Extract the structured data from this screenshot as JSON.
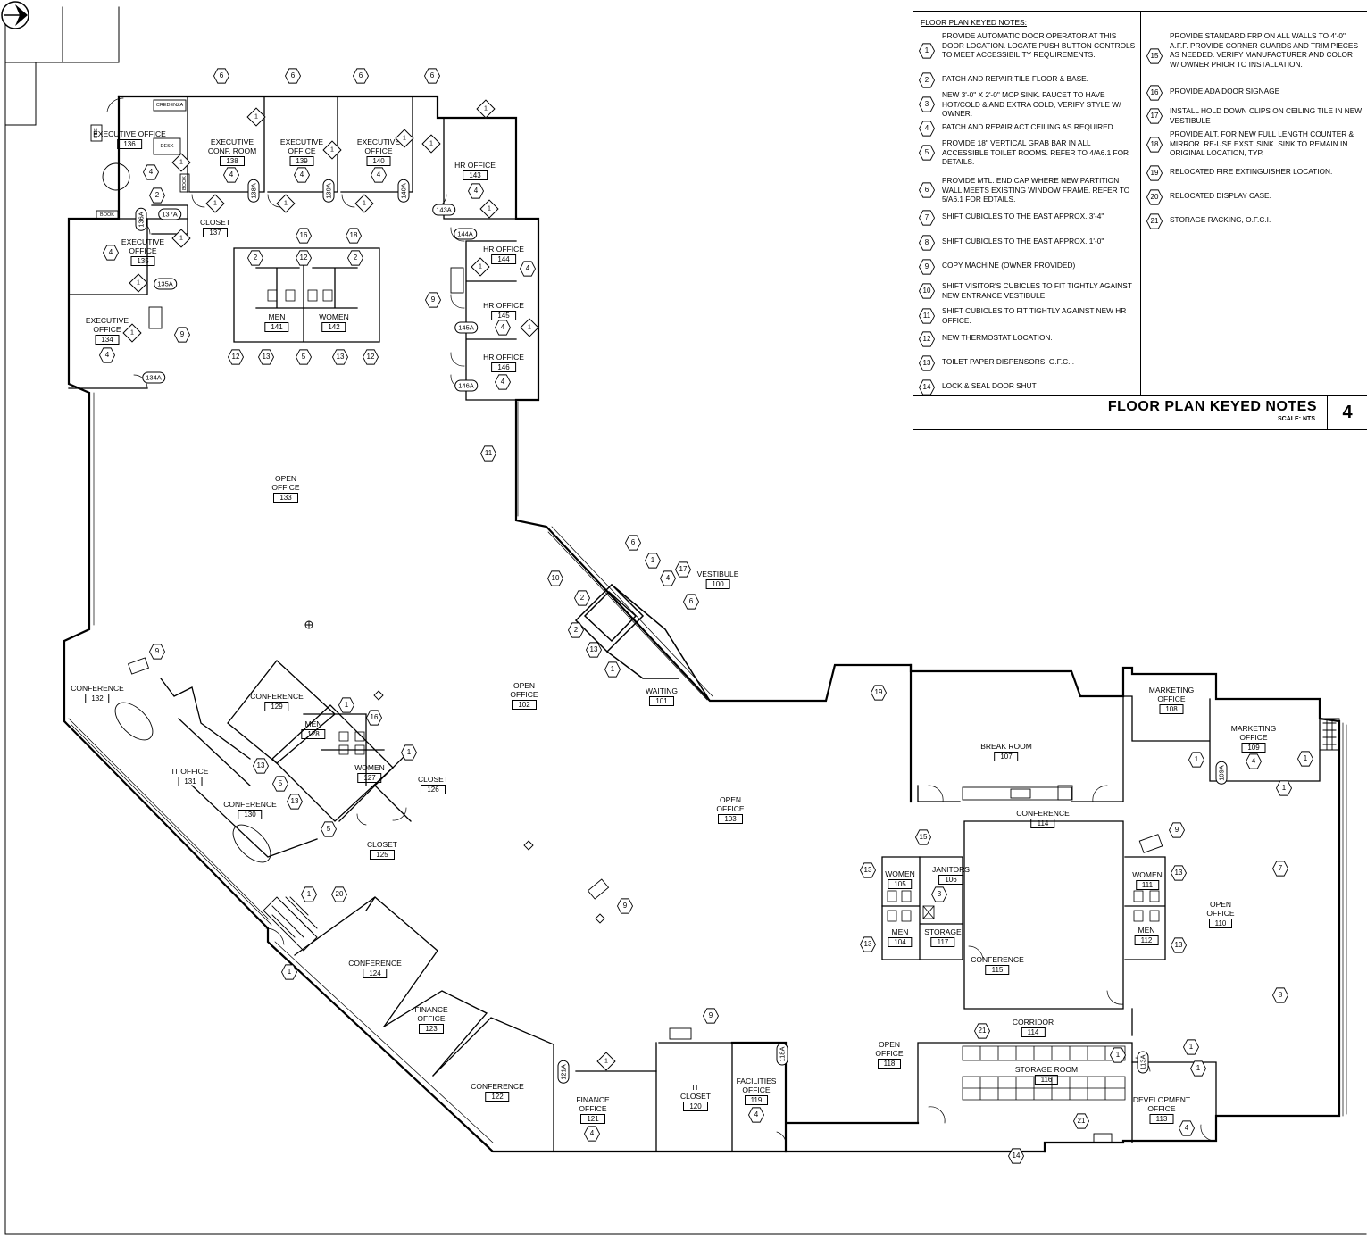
{
  "notes_panel": {
    "header": "FLOOR PLAN KEYED NOTES:",
    "title": "FLOOR PLAN KEYED NOTES",
    "scale": "SCALE: NTS",
    "sheet_number": "4",
    "left": [
      {
        "n": "1",
        "text": "PROVIDE AUTOMATIC DOOR OPERATOR AT THIS DOOR LOCATION. LOCATE PUSH BUTTON CONTROLS TO MEET ACCESSIBILITY REQUIREMENTS."
      },
      {
        "n": "2",
        "text": "PATCH AND REPAIR TILE FLOOR & BASE."
      },
      {
        "n": "3",
        "text": "NEW 3'-0\" X 2'-0\" MOP SINK. FAUCET TO HAVE HOT/COLD & AND EXTRA COLD, VERIFY STYLE W/ OWNER."
      },
      {
        "n": "4",
        "text": "PATCH AND REPAIR ACT CEILING AS REQUIRED."
      },
      {
        "n": "5",
        "text": "PROVIDE 18\" VERTICAL GRAB BAR IN ALL ACCESSIBLE TOILET ROOMS. REFER TO 4/A6.1 FOR DETAILS."
      },
      {
        "n": "6",
        "text": "PROVIDE MTL. END CAP WHERE NEW PARTITION WALL MEETS EXISTING WINDOW FRAME. REFER TO 5/A6.1 FOR EDTAILS."
      },
      {
        "n": "7",
        "text": "SHIFT CUBICLES TO THE EAST APPROX. 3'-4\""
      },
      {
        "n": "8",
        "text": "SHIFT CUBICLES TO THE EAST APPROX. 1'-0\""
      },
      {
        "n": "9",
        "text": "COPY MACHINE (OWNER PROVIDED)"
      },
      {
        "n": "10",
        "text": "SHIFT VISITOR'S CUBICLES TO FIT TIGHTLY AGAINST NEW ENTRANCE VESTIBULE."
      },
      {
        "n": "11",
        "text": "SHIFT CUBICLES TO FIT TIGHTLY AGAINST NEW HR OFFICE."
      },
      {
        "n": "12",
        "text": "NEW THERMOSTAT LOCATION."
      },
      {
        "n": "13",
        "text": "TOILET PAPER DISPENSORS, O.F.C.I."
      },
      {
        "n": "14",
        "text": "LOCK & SEAL DOOR SHUT"
      }
    ],
    "right": [
      {
        "n": "15",
        "text": "PROVIDE STANDARD FRP ON ALL WALLS TO 4'-0\" A.F.F. PROVIDE CORNER GUARDS AND TRIM PIECES AS NEEDED. VERIFY MANUFACTURER AND COLOR W/ OWNER PRIOR TO INSTALLATION."
      },
      {
        "n": "16",
        "text": "PROVIDE ADA DOOR SIGNAGE"
      },
      {
        "n": "17",
        "text": "INSTALL HOLD DOWN CLIPS ON CEILING TILE IN NEW VESTIBULE"
      },
      {
        "n": "18",
        "text": "PROVIDE ALT. FOR NEW FULL LENGTH COUNTER & MIRROR. RE-USE EXST. SINK. SINK TO REMAIN IN ORIGINAL LOCATION, TYP."
      },
      {
        "n": "19",
        "text": "RELOCATED FIRE EXTINGUISHER LOCATION."
      },
      {
        "n": "20",
        "text": "RELOCATED DISPLAY CASE."
      },
      {
        "n": "21",
        "text": "STORAGE RACKING, O.F.C.I."
      }
    ]
  },
  "rooms": [
    {
      "name": "EXECUTIVE OFFICE",
      "number": "136"
    },
    {
      "name": "EXECUTIVE CONF. ROOM",
      "number": "138"
    },
    {
      "name": "EXECUTIVE OFFICE",
      "number": "139"
    },
    {
      "name": "EXECUTIVE OFFICE",
      "number": "140"
    },
    {
      "name": "HR OFFICE",
      "number": "143"
    },
    {
      "name": "CLOSET",
      "number": "137"
    },
    {
      "name": "EXECUTIVE OFFICE",
      "number": "135"
    },
    {
      "name": "HR OFFICE",
      "number": "144"
    },
    {
      "name": "HR OFFICE",
      "number": "145"
    },
    {
      "name": "HR OFFICE",
      "number": "146"
    },
    {
      "name": "EXECUTIVE OFFICE",
      "number": "134"
    },
    {
      "name": "MEN",
      "number": "141"
    },
    {
      "name": "WOMEN",
      "number": "142"
    },
    {
      "name": "OPEN OFFICE",
      "number": "133"
    },
    {
      "name": "VESTIBULE",
      "number": "100"
    },
    {
      "name": "WAITING",
      "number": "101"
    },
    {
      "name": "OPEN OFFICE",
      "number": "102"
    },
    {
      "name": "CONFERENCE",
      "number": "132"
    },
    {
      "name": "CONFERENCE",
      "number": "129"
    },
    {
      "name": "MEN",
      "number": "128"
    },
    {
      "name": "WOMEN",
      "number": "127"
    },
    {
      "name": "CLOSET",
      "number": "126"
    },
    {
      "name": "CLOSET",
      "number": "125"
    },
    {
      "name": "IT OFFICE",
      "number": "131"
    },
    {
      "name": "CONFERENCE",
      "number": "130"
    },
    {
      "name": "OPEN OFFICE",
      "number": "103"
    },
    {
      "name": "BREAK ROOM",
      "number": "107"
    },
    {
      "name": "MARKETING OFFICE",
      "number": "108"
    },
    {
      "name": "MARKETING OFFICE",
      "number": "109"
    },
    {
      "name": "CONFERENCE",
      "number": "114"
    },
    {
      "name": "WOMEN",
      "number": "105"
    },
    {
      "name": "JANITORS",
      "number": "106"
    },
    {
      "name": "MEN",
      "number": "104"
    },
    {
      "name": "STORAGE",
      "number": "117"
    },
    {
      "name": "CONFERENCE",
      "number": "115"
    },
    {
      "name": "WOMEN",
      "number": "111"
    },
    {
      "name": "MEN",
      "number": "112"
    },
    {
      "name": "OPEN OFFICE",
      "number": "110"
    },
    {
      "name": "CONFERENCE",
      "number": "124"
    },
    {
      "name": "FINANCE OFFICE",
      "number": "123"
    },
    {
      "name": "CONFERENCE",
      "number": "122"
    },
    {
      "name": "FINANCE OFFICE",
      "number": "121"
    },
    {
      "name": "IT CLOSET",
      "number": "120"
    },
    {
      "name": "FACILITIES OFFICE",
      "number": "119"
    },
    {
      "name": "OPEN OFFICE",
      "number": "118"
    },
    {
      "name": "CORRIDOR",
      "number": "114"
    },
    {
      "name": "STORAGE ROOM",
      "number": "116"
    },
    {
      "name": "DEVELOPMENT OFFICE",
      "number": "113"
    }
  ],
  "door_tags": [
    "136A",
    "137A",
    "135A",
    "134A",
    "138A",
    "139A",
    "140A",
    "143A",
    "144A",
    "145A",
    "146A",
    "109A",
    "121A",
    "118A",
    "113A"
  ],
  "furniture_labels": [
    "CREDENZA",
    "DESK",
    "BOOK",
    "FILE",
    "BOOK"
  ],
  "keynote_tags": [
    "1",
    "2",
    "3",
    "4",
    "5",
    "6",
    "7",
    "8",
    "9",
    "10",
    "11",
    "12",
    "13",
    "14",
    "15",
    "16",
    "17",
    "18",
    "19",
    "20",
    "21"
  ]
}
